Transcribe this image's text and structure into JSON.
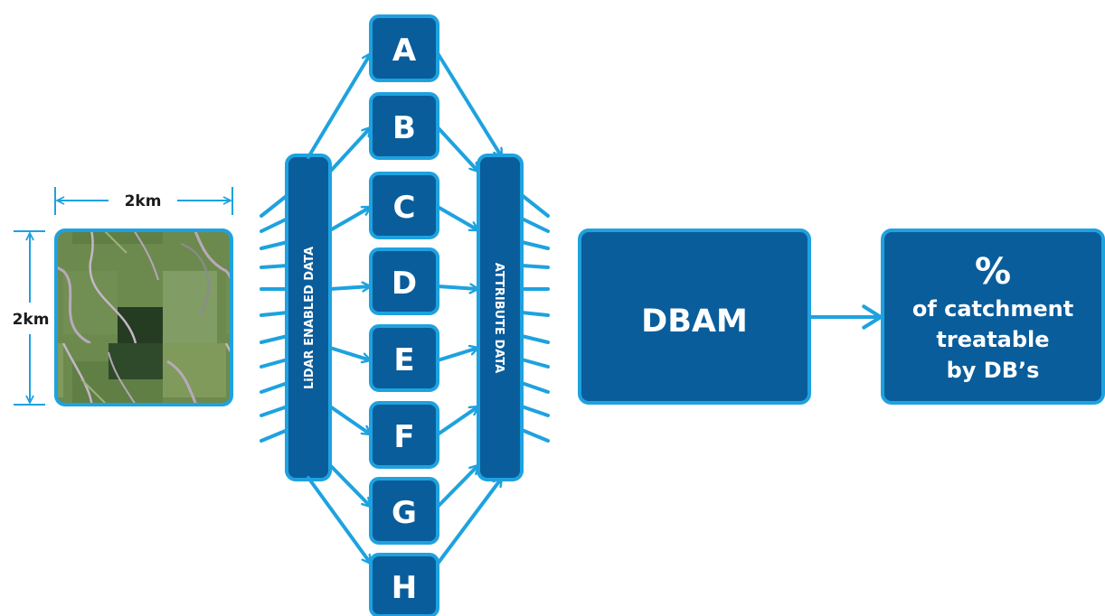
{
  "diagram": {
    "scale_width_label": "2km",
    "scale_height_label": "2km",
    "lidar_label": "LiDAR ENABLED DATA",
    "attribute_label": "ATTRIBUTE DATA",
    "letters": [
      "A",
      "B",
      "C",
      "D",
      "E",
      "F",
      "G",
      "H"
    ],
    "dbam_label": "DBAM",
    "result": {
      "symbol": "%",
      "line1": "of catchment",
      "line2": "treatable",
      "line3": "by DB’s"
    }
  },
  "colors": {
    "box_fill": "#0a5d9b",
    "arrow_stroke": "#1ea2df",
    "scale_text": "#1b1b1b"
  }
}
